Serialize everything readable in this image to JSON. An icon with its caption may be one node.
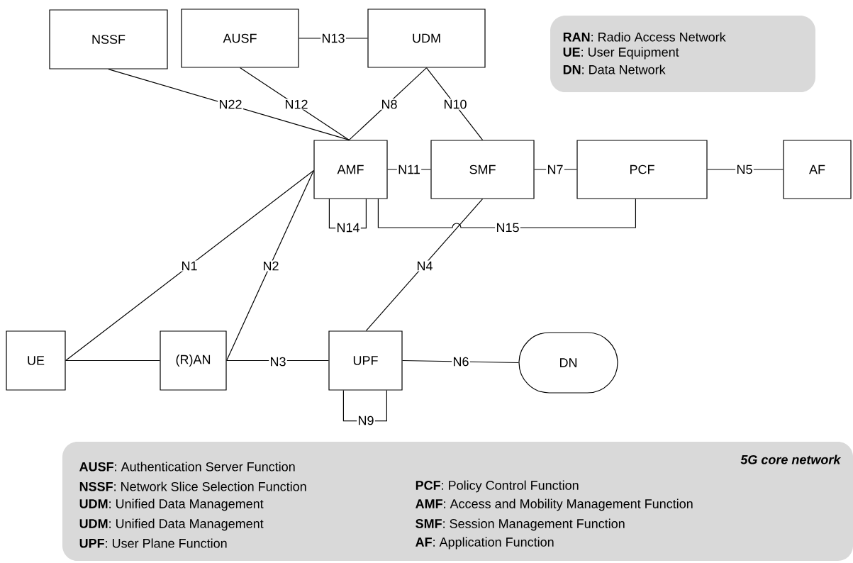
{
  "diagram": {
    "nodes": [
      {
        "text": [
          "NSSF"
        ]
      },
      {
        "text": [
          "AUSF"
        ]
      },
      {
        "text": [
          "UDM"
        ]
      },
      {
        "text": [
          "AMF"
        ]
      },
      {
        "text": [
          "SMF"
        ]
      },
      {
        "text": [
          "PCF"
        ]
      },
      {
        "text": [
          "AF"
        ]
      },
      {
        "text": [
          "UE"
        ]
      },
      {
        "text": [
          "(R)AN"
        ]
      },
      {
        "text": [
          "UPF"
        ]
      },
      {
        "text": [
          "DN"
        ]
      },
      {
        "text": [
          "**RAN**: Radio Access Network",
          "**UE**: User Equipment",
          "**DN**: Data Network"
        ]
      },
      {
        "text": [
          "5G core network",
          "**AUSF**: Authentication Server Function",
          "**NSSF**: Network Slice Selection Function",
          "**UDM**: Unified Data Management",
          "**UDM**: Unified Data Management",
          "**UPF**: User Plane Function",
          "**PCF**: Policy Control Function",
          "**AMF**: Access and Mobility Management Function",
          "**SMF**: Session Management Function",
          "**AF**: Application Function"
        ]
      }
    ],
    "edges": [
      {
        "from": 1,
        "to": 2,
        "arrow": "none",
        "label": "N13"
      },
      {
        "from": 0,
        "to": 3,
        "arrow": "none",
        "label": "N22"
      },
      {
        "from": 1,
        "to": 3,
        "arrow": "none",
        "label": "N12"
      },
      {
        "from": 2,
        "to": 3,
        "arrow": "none",
        "label": "N8"
      },
      {
        "from": 2,
        "to": 4,
        "arrow": "none",
        "label": "N10"
      },
      {
        "from": 3,
        "to": 4,
        "arrow": "none",
        "label": "N11"
      },
      {
        "from": 4,
        "to": 5,
        "arrow": "none",
        "label": "N7"
      },
      {
        "from": 5,
        "to": 6,
        "arrow": "none",
        "label": "N5"
      },
      {
        "from": 3,
        "to": 3,
        "arrow": "none",
        "label": "N14"
      },
      {
        "from": 3,
        "to": 5,
        "arrow": "none",
        "label": "N15"
      },
      {
        "from": 7,
        "to": 3,
        "arrow": "none",
        "label": "N1"
      },
      {
        "from": 8,
        "to": 3,
        "arrow": "none",
        "label": "N2"
      },
      {
        "from": 4,
        "to": 9,
        "arrow": "none",
        "label": "N4"
      },
      {
        "from": 7,
        "to": 8,
        "arrow": "none"
      },
      {
        "from": 8,
        "to": 9,
        "arrow": "none",
        "label": "N3"
      },
      {
        "from": 9,
        "to": 10,
        "arrow": "none",
        "label": "N6"
      },
      {
        "from": 9,
        "to": 9,
        "arrow": "none",
        "label": "N9"
      }
    ]
  }
}
